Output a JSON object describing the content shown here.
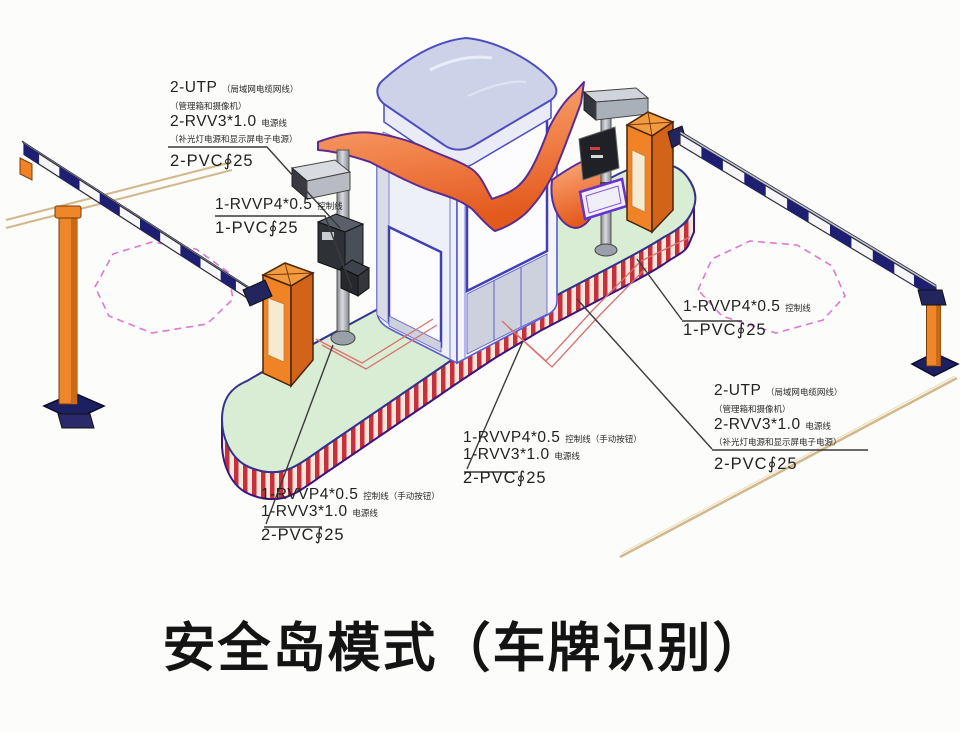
{
  "title": "安全岛模式（车牌识别）",
  "callouts": {
    "top_left": {
      "lines": [
        {
          "t": "2-UTP",
          "s": "（局域网电缆网线）"
        },
        {
          "s": "（管理箱和摄像机）"
        },
        {
          "t": "2-RVV3*1.0",
          "s": "电源线"
        },
        {
          "s": "（补光灯电源和显示屏电子电源）"
        },
        {
          "pvc": "2-PVC∮25"
        }
      ]
    },
    "left_mid": {
      "lines": [
        {
          "t": "1-RVVP4*0.5",
          "s": "控制线"
        },
        {
          "pvc": "1-PVC∮25"
        }
      ]
    },
    "bottom_left": {
      "lines": [
        {
          "t": "1-RVVP4*0.5",
          "s": "控制线（手动按钮）"
        },
        {
          "t": "1-RVV3*1.0",
          "s": "电源线"
        },
        {
          "pvc": "2-PVC∮25"
        }
      ]
    },
    "bottom_center": {
      "lines": [
        {
          "t": "1-RVVP4*0.5",
          "s": "控制线（手动按钮）"
        },
        {
          "t": "1-RVV3*1.0",
          "s": "电源线"
        },
        {
          "pvc": "2-PVC∮25"
        }
      ]
    },
    "right_mid": {
      "lines": [
        {
          "t": "1-RVVP4*0.5",
          "s": "控制线"
        },
        {
          "pvc": "1-PVC∮25"
        }
      ]
    },
    "bottom_right": {
      "lines": [
        {
          "t": "2-UTP",
          "s": "（局域网电缆网线）"
        },
        {
          "s": "（管理箱和摄像机）"
        },
        {
          "t": "2-RVV3*1.0",
          "s": "电源线"
        },
        {
          "s": "（补光灯电源和显示屏电子电源）"
        },
        {
          "pvc": "2-PVC∮25"
        }
      ]
    }
  },
  "diagram": {
    "parts": [
      "safety-island",
      "guard-booth",
      "canopy",
      "barrier-gate-left",
      "barrier-gate-right",
      "barrier-arm-left",
      "barrier-arm-right",
      "camera-pole",
      "display-pole",
      "lpr-camera",
      "led-display-screen",
      "ground-loop-left",
      "ground-loop-right",
      "support-post-left",
      "support-post-right"
    ],
    "colors": {
      "island_green": "#d9ecd4",
      "stripe_red": "#c6303c",
      "canopy_orange": "#f2854e",
      "machine_orange": "#ef8325",
      "arm_navy": "#1e1e72",
      "loop_pink": "#dd7ad0",
      "outline_blue": "#5b5bd0"
    }
  }
}
